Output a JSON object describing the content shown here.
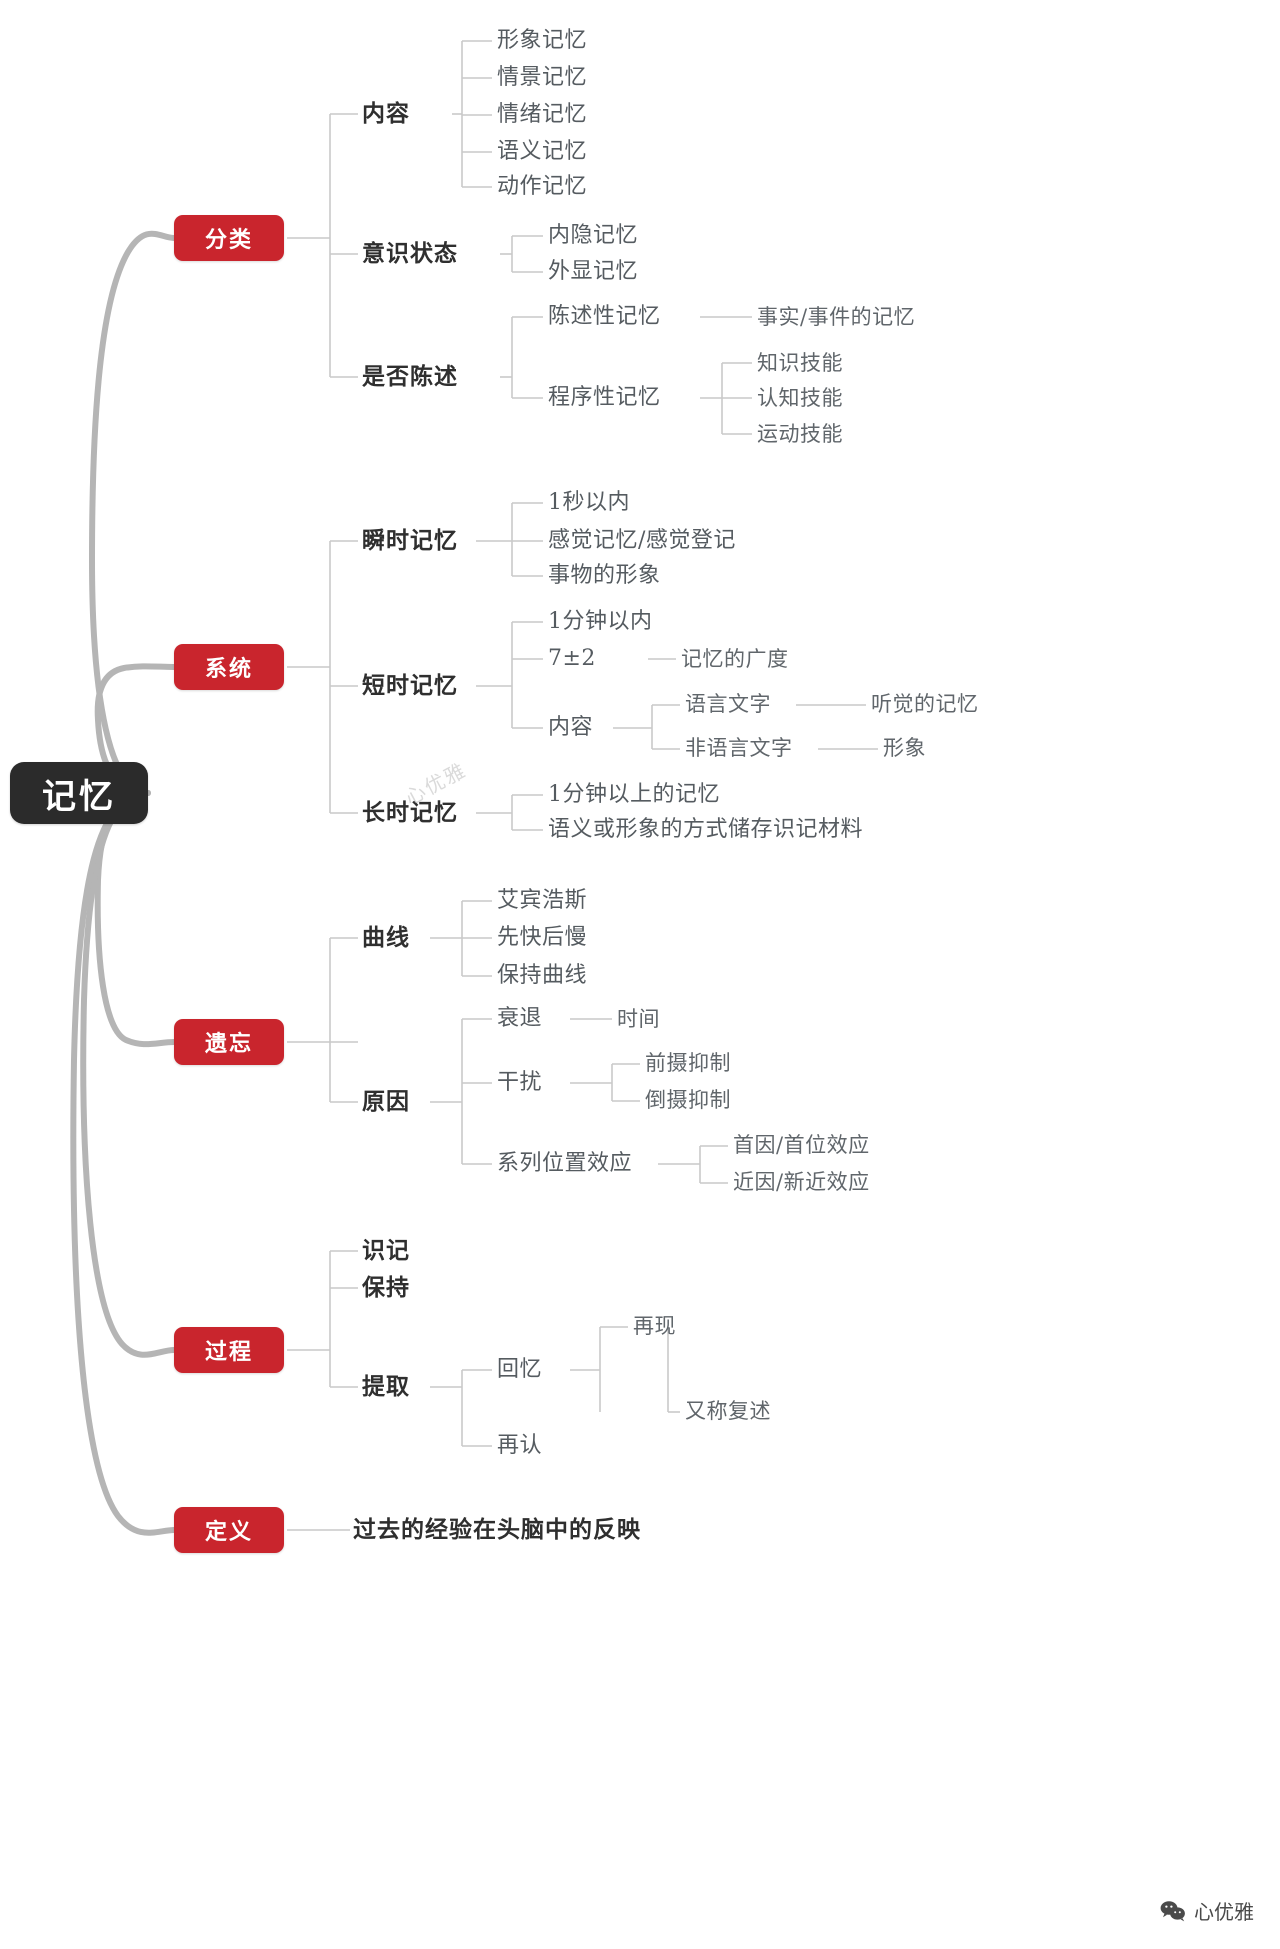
{
  "root": {
    "label": "记忆"
  },
  "colors": {
    "root_bg": "#2b2b2b",
    "branch_bg": "#c9252d",
    "link": "#c9c9c9",
    "trunk": "#b5b5b5",
    "text_dark": "#2f2f2f",
    "text_muted": "#60666b"
  },
  "watermark": {
    "text": "心优雅"
  },
  "footer": {
    "label": "心优雅",
    "icon": "wechat-icon"
  },
  "branches": [
    {
      "label": "分类",
      "children": [
        {
          "label": "内容",
          "children": [
            {
              "label": "形象记忆"
            },
            {
              "label": "情景记忆"
            },
            {
              "label": "情绪记忆"
            },
            {
              "label": "语义记忆"
            },
            {
              "label": "动作记忆"
            }
          ]
        },
        {
          "label": "意识状态",
          "children": [
            {
              "label": "内隐记忆"
            },
            {
              "label": "外显记忆"
            }
          ]
        },
        {
          "label": "是否陈述",
          "children": [
            {
              "label": "陈述性记忆",
              "children": [
                {
                  "label": "事实/事件的记忆"
                }
              ]
            },
            {
              "label": "程序性记忆",
              "children": [
                {
                  "label": "知识技能"
                },
                {
                  "label": "认知技能"
                },
                {
                  "label": "运动技能"
                }
              ]
            }
          ]
        }
      ]
    },
    {
      "label": "系统",
      "children": [
        {
          "label": "瞬时记忆",
          "children": [
            {
              "label": "1秒以内"
            },
            {
              "label": "感觉记忆/感觉登记"
            },
            {
              "label": "事物的形象"
            }
          ]
        },
        {
          "label": "短时记忆",
          "children": [
            {
              "label": "1分钟以内"
            },
            {
              "label": "7±2",
              "children": [
                {
                  "label": "记忆的广度"
                }
              ]
            },
            {
              "label": "内容",
              "children": [
                {
                  "label": "语言文字",
                  "children": [
                    {
                      "label": "听觉的记忆"
                    }
                  ]
                },
                {
                  "label": "非语言文字",
                  "children": [
                    {
                      "label": "形象"
                    }
                  ]
                }
              ]
            }
          ]
        },
        {
          "label": "长时记忆",
          "children": [
            {
              "label": "1分钟以上的记忆"
            },
            {
              "label": "语义或形象的方式储存识记材料"
            }
          ]
        }
      ]
    },
    {
      "label": "遗忘",
      "children": [
        {
          "label": "曲线",
          "children": [
            {
              "label": "艾宾浩斯"
            },
            {
              "label": "先快后慢"
            },
            {
              "label": "保持曲线"
            }
          ]
        },
        {
          "label": "原因",
          "children": [
            {
              "label": "衰退",
              "children": [
                {
                  "label": "时间"
                }
              ]
            },
            {
              "label": "干扰",
              "children": [
                {
                  "label": "前摄抑制"
                },
                {
                  "label": "倒摄抑制"
                }
              ]
            },
            {
              "label": "系列位置效应",
              "children": [
                {
                  "label": "首因/首位效应"
                },
                {
                  "label": "近因/新近效应"
                }
              ]
            }
          ]
        }
      ]
    },
    {
      "label": "过程",
      "children": [
        {
          "label": "识记"
        },
        {
          "label": "保持"
        },
        {
          "label": "提取",
          "children": [
            {
              "label": "回忆",
              "children": [
                {
                  "label": "再现"
                },
                {
                  "label": "又称复述"
                }
              ]
            },
            {
              "label": "再认"
            }
          ]
        }
      ]
    },
    {
      "label": "定义",
      "children": [
        {
          "label": "过去的经验在头脑中的反映"
        }
      ]
    }
  ]
}
